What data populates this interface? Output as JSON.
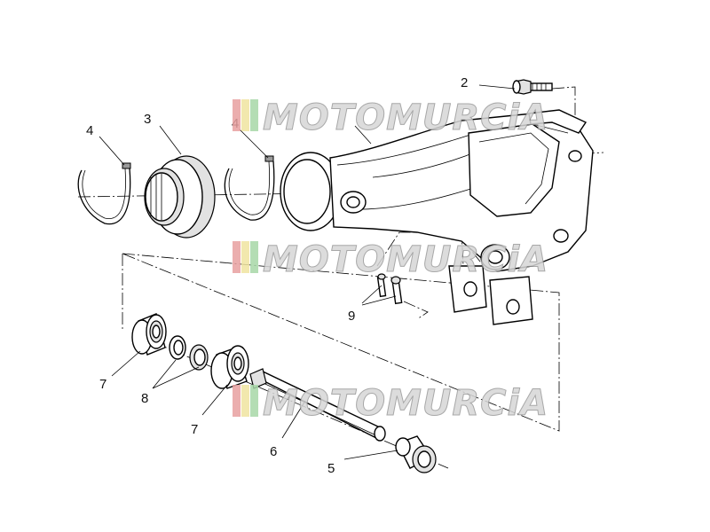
{
  "diagram": {
    "callouts": {
      "c2": "2",
      "c3": "3",
      "c4a": "4",
      "c4b": "4",
      "c5": "5",
      "c6": "6",
      "c7a": "7",
      "c7b": "7",
      "c8": "8",
      "c9": "9"
    },
    "watermark": {
      "text": "MOTOMURCiA",
      "colors": [
        "#e8a0a0",
        "#f0e4a0",
        "#a8d8a8"
      ]
    }
  }
}
